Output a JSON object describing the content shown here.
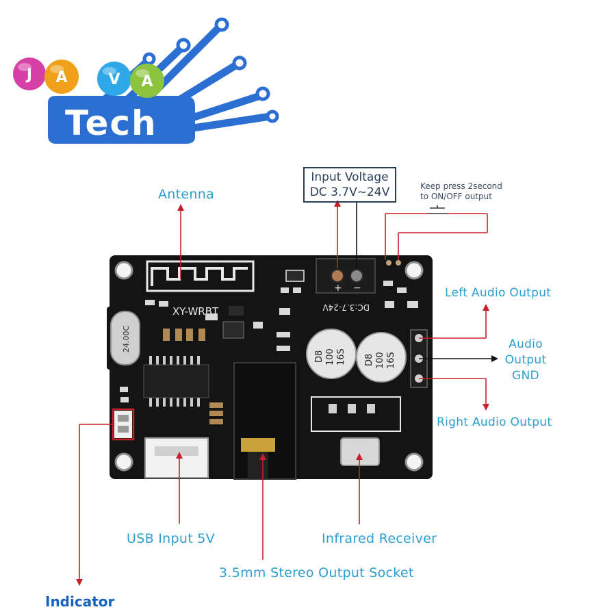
{
  "logo": {
    "letters": [
      "J",
      "A",
      "V",
      "A"
    ],
    "wordmark": "Tech",
    "colors": [
      "#d63fa6",
      "#f0a019",
      "#2ea8e6",
      "#8bc43f"
    ],
    "accent": "#2b6fd3"
  },
  "labels": {
    "antenna": "Antenna",
    "input_voltage_line1": "Input Voltage",
    "input_voltage_line2": "DC 3.7V~24V",
    "keep_press_line1": "Keep press 2second",
    "keep_press_line2": "to ON/OFF output",
    "left_audio": "Left Audio Output",
    "audio_line1": "Audio",
    "audio_line2": "Output",
    "audio_line3": "GND",
    "right_audio": "Right Audio Output",
    "usb_input": "USB Input 5V",
    "infrared": "Infrared Receiver",
    "socket": "3.5mm Stereo Output Socket",
    "indicator": "Indicator"
  },
  "board": {
    "silkscreen_model": "XY-WRBT",
    "silkscreen_voltage": "DC:3.7-24V",
    "crystal": "24.00C",
    "capacitor_text": [
      "D8",
      "100",
      "16S"
    ],
    "plus": "+",
    "minus": "−"
  },
  "colors": {
    "label_cyan": "#2a9fd0",
    "leader_red": "#c8202a",
    "board_black": "#141414",
    "indicator_blue": "#1763c2"
  }
}
